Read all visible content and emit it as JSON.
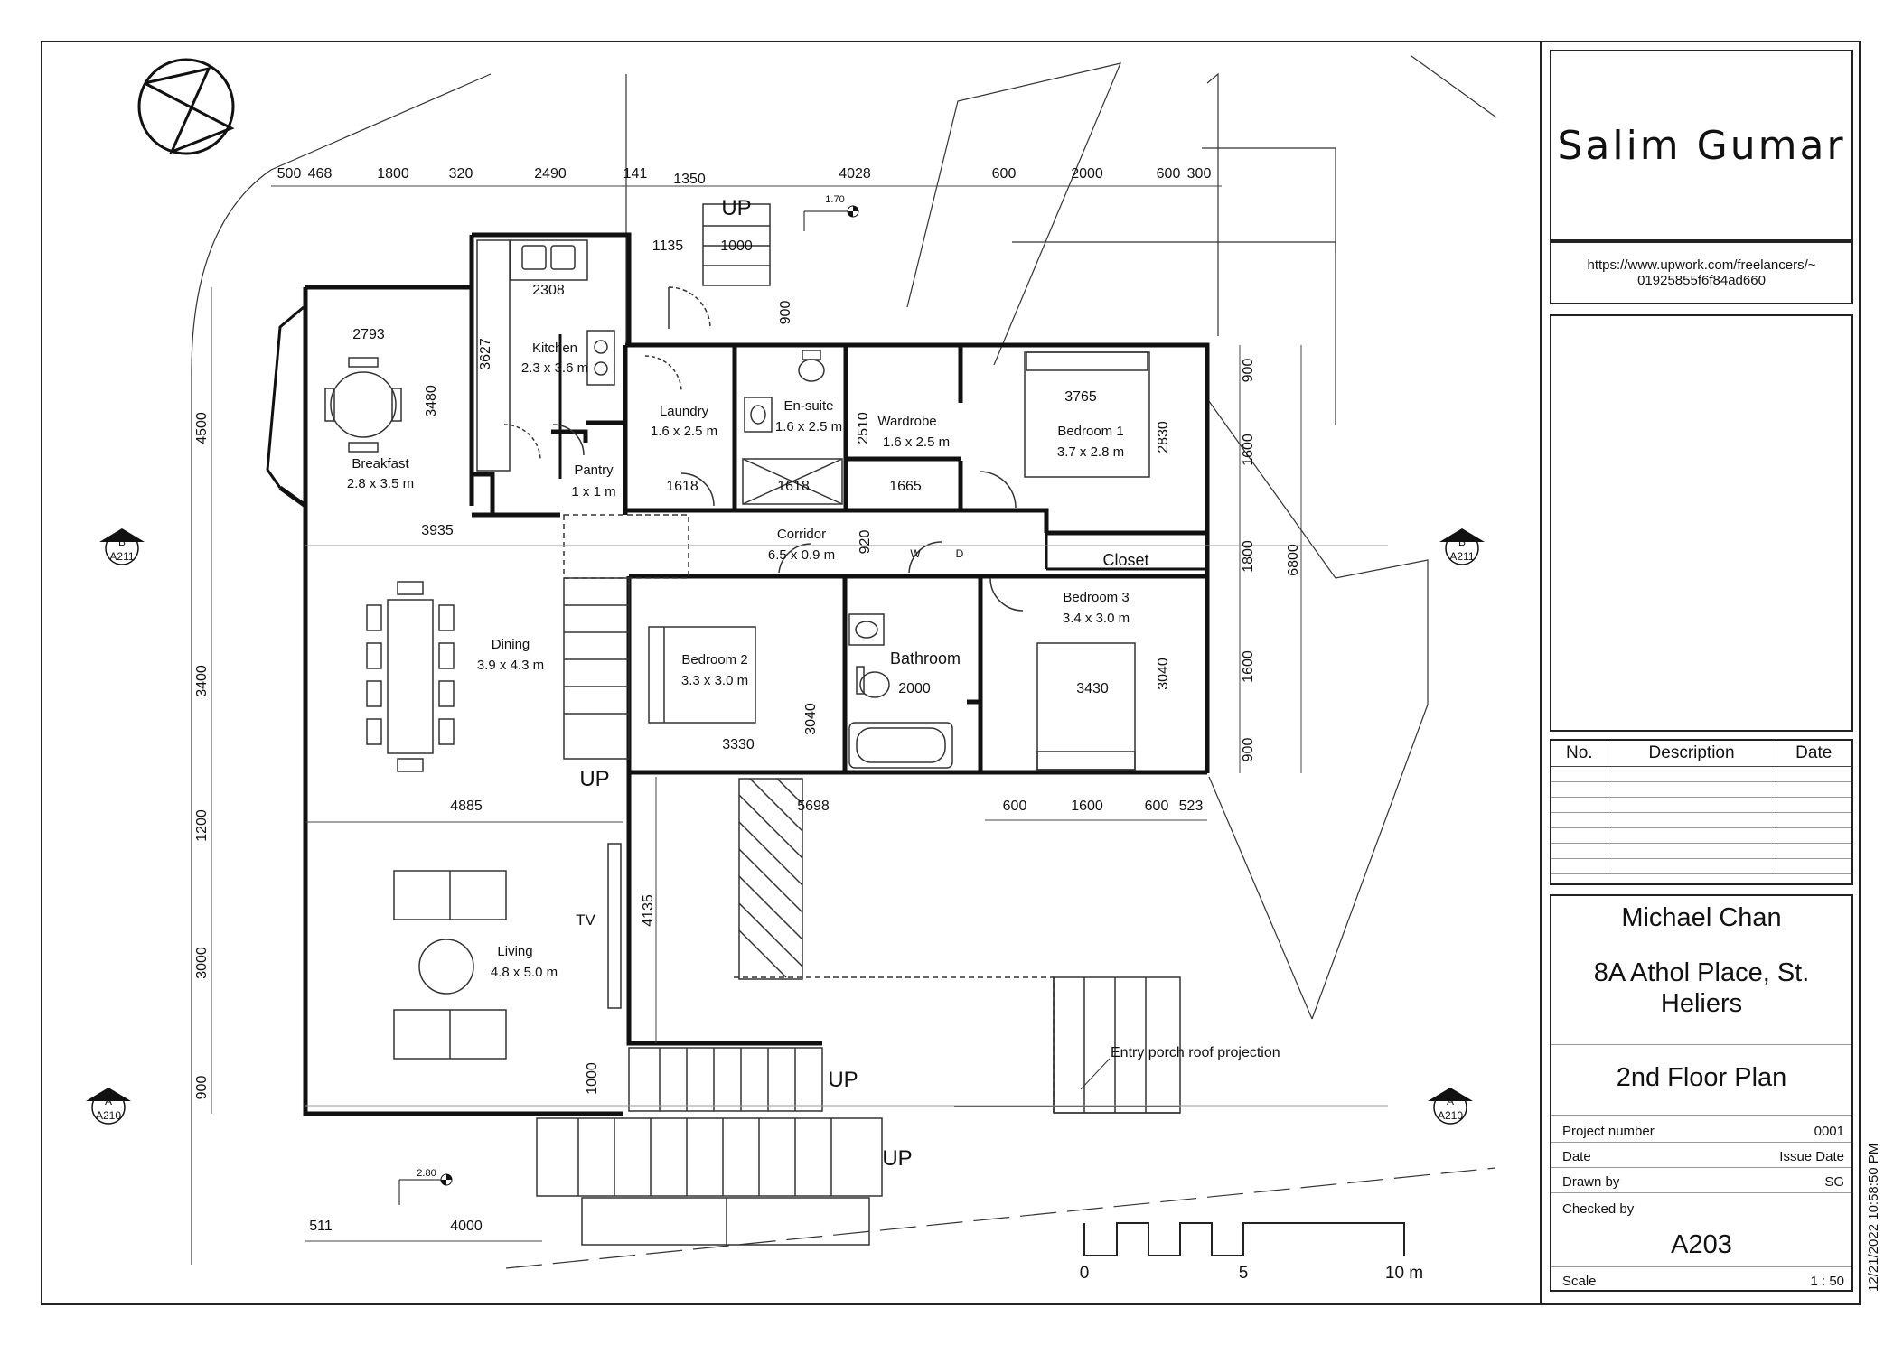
{
  "title_block": {
    "firm": "Salim Gumar",
    "url_line1": "https://www.upwork.com/freelancers/~",
    "url_line2": "01925855f6f84ad660",
    "revision_headers": [
      "No.",
      "Description",
      "Date"
    ],
    "client": "Michael Chan",
    "address": "8A Athol Place, St. Heliers",
    "sheet_name": "2nd Floor Plan",
    "project_number_label": "Project number",
    "project_number": "0001",
    "date_label": "Date",
    "date_value": "Issue Date",
    "drawn_by_label": "Drawn by",
    "drawn_by": "SG",
    "checked_by_label": "Checked by",
    "sheet_number": "A203",
    "scale_label": "Scale",
    "scale": "1 : 50",
    "timestamp": "12/21/2022 10:58:50 PM"
  },
  "rooms": {
    "kitchen": {
      "name": "Kitchen",
      "size": "2.3 x 3.6 m"
    },
    "breakfast": {
      "name": "Breakfast",
      "size": "2.8 x 3.5 m"
    },
    "laundry": {
      "name": "Laundry",
      "size": "1.6 x 2.5 m"
    },
    "ensuite": {
      "name": "En-suite",
      "size": "1.6 x 2.5 m"
    },
    "wardrobe": {
      "name": "Wardrobe",
      "size": "1.6 x 2.5 m"
    },
    "bedroom1": {
      "name": "Bedroom 1",
      "size": "3.7 x 2.8 m"
    },
    "pantry": {
      "name": "Pantry",
      "size": "1 x 1 m"
    },
    "corridor": {
      "name": "Corridor",
      "size": "6.5 x 0.9 m"
    },
    "closet": {
      "name": "Closet"
    },
    "bedroom3": {
      "name": "Bedroom 3",
      "size": "3.4 x 3.0 m"
    },
    "dining": {
      "name": "Dining",
      "size": "3.9 x 4.3 m"
    },
    "bedroom2": {
      "name": "Bedroom 2",
      "size": "3.3 x 3.0 m"
    },
    "bathroom": {
      "name": "Bathroom"
    },
    "living": {
      "name": "Living",
      "size": "4.8 x 5.0 m"
    }
  },
  "labels": {
    "up1": "UP",
    "up2": "UP",
    "up3": "UP",
    "up4": "UP",
    "tv": "TV",
    "wardrobe_w": "W",
    "wardrobe_d": "D",
    "porch": "Entry porch roof projection",
    "level1": "1.70",
    "level2": "2.80",
    "section_b": "B",
    "section_b_ref": "A211",
    "section_a": "A",
    "section_a_ref": "A210",
    "scale_0": "0",
    "scale_5": "5",
    "scale_10": "10 m"
  },
  "dims_top": [
    "500",
    "468",
    "1800",
    "320",
    "2490",
    "141",
    "1350",
    "4028",
    "600",
    "2000",
    "600",
    "300"
  ],
  "dims": {
    "d1135": "1135",
    "d1000a": "1000",
    "d2308": "2308",
    "d900a": "900",
    "d3627": "3627",
    "d2793": "2793",
    "d3480": "3480",
    "d4500": "4500",
    "d3935": "3935",
    "d1618a": "1618",
    "d1618b": "1618",
    "d2510": "2510",
    "d1665": "1665",
    "d3765": "3765",
    "d2830": "2830",
    "d920": "920",
    "d900b": "900",
    "d1600a": "1600",
    "d1800": "1800",
    "d6800": "6800",
    "d1600b": "1600",
    "d900c": "900",
    "d3400": "3400",
    "d2000": "2000",
    "d3430": "3430",
    "d3040a": "3040",
    "d3330": "3330",
    "d3040b": "3040",
    "d4885": "4885",
    "d5698": "5698",
    "d600a": "600",
    "d1600c": "1600",
    "d600b": "600",
    "d523": "523",
    "d1200": "1200",
    "d4135": "4135",
    "d3000": "3000",
    "d1000b": "1000",
    "d900d": "900",
    "d511": "511",
    "d4000": "4000"
  }
}
